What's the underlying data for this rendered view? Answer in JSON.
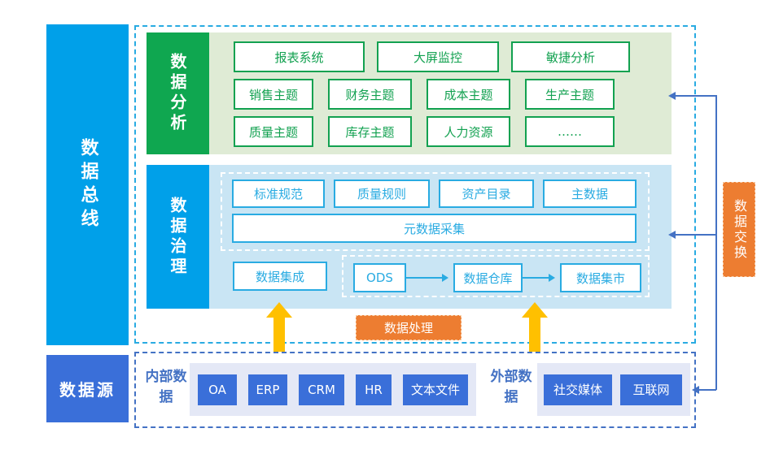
{
  "bus": {
    "label": "数据总线"
  },
  "analysis": {
    "label": "数据分析",
    "row1": [
      "报表系统",
      "大屏监控",
      "敏捷分析"
    ],
    "row2": [
      "销售主题",
      "财务主题",
      "成本主题",
      "生产主题"
    ],
    "row3": [
      "质量主题",
      "库存主题",
      "人力资源",
      "……"
    ]
  },
  "governance": {
    "label": "数据治理",
    "standards": [
      "标准规范",
      "质量规则",
      "资产目录",
      "主数据"
    ],
    "metadata": "元数据采集",
    "integration": "数据集成",
    "pipeline": [
      "ODS",
      "数据仓库",
      "数据集市"
    ]
  },
  "processing": {
    "label": "数据处理"
  },
  "exchange": {
    "label": "数据交换"
  },
  "datasource": {
    "bar_label": "数据源",
    "internal_label": "内部数据",
    "internal_items": [
      "OA",
      "ERP",
      "CRM",
      "HR",
      "文本文件"
    ],
    "external_label": "外部数据",
    "external_items": [
      "社交媒体",
      "互联网"
    ]
  },
  "colors": {
    "bus_cyan": "#00A0E9",
    "green_bar": "#0FA750",
    "green_box": "#12A150",
    "light_green_bg": "#DFEBD5",
    "light_blue_bg": "#C9E5F4",
    "cyan_box": "#29ABE2",
    "royal_blue": "#4472C4",
    "source_blue": "#3A6FD9",
    "lavender_bg": "#E4E8F6",
    "orange": "#ED7D31",
    "yellow_arrow": "#FFC000"
  }
}
